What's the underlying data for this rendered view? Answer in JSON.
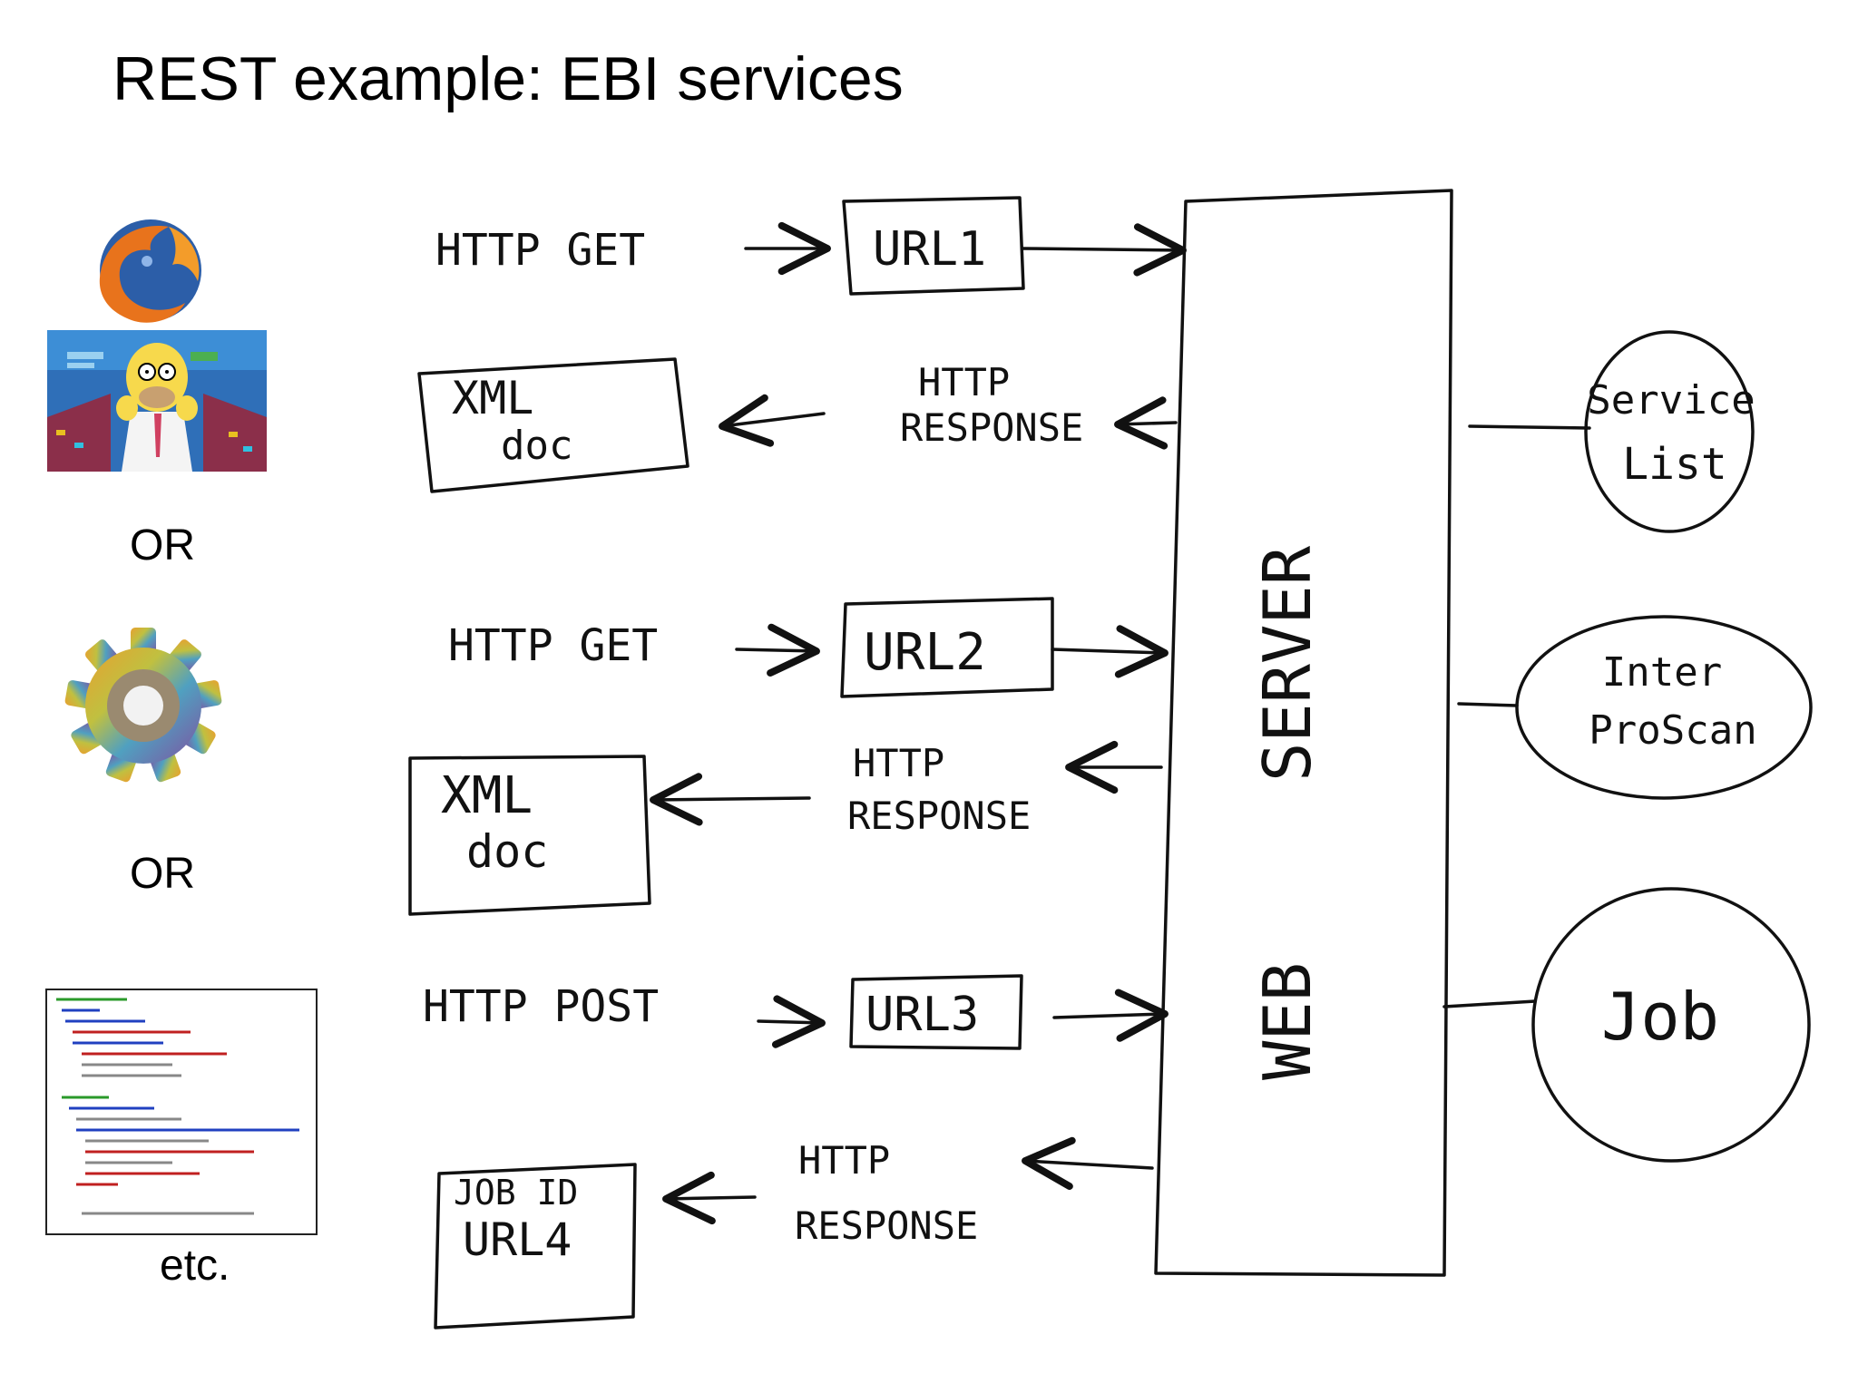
{
  "slide": {
    "title": "REST example: EBI services"
  },
  "clients": {
    "or_1": "OR",
    "or_2": "OR",
    "etc": "etc."
  },
  "flows": [
    {
      "request": "HTTP GET",
      "url": "URL1",
      "response_line1": "HTTP",
      "response_line2": "RESPONSE",
      "result_line1": "XML",
      "result_line2": "doc"
    },
    {
      "request": "HTTP GET",
      "url": "URL2",
      "response_line1": "HTTP",
      "response_line2": "RESPONSE",
      "result_line1": "XML",
      "result_line2": "doc"
    },
    {
      "request": "HTTP POST",
      "url": "URL3",
      "response_line1": "HTTP",
      "response_line2": "RESPONSE",
      "result_line1": "JOB ID",
      "result_line2": "URL4"
    }
  ],
  "server": {
    "label_part1": "WEB",
    "label_part2": "SERVER"
  },
  "services": [
    {
      "line1": "Service",
      "line2": "List"
    },
    {
      "line1": "Inter",
      "line2": "ProScan"
    },
    {
      "line1": "Job",
      "line2": ""
    }
  ],
  "colors": {
    "ink": "#111111",
    "firefox_orange": "#e8731c",
    "firefox_blue": "#2c5ea8"
  },
  "icons": [
    "firefox-icon",
    "homer-cartoon-image",
    "gear-icon",
    "code-listing-image"
  ]
}
